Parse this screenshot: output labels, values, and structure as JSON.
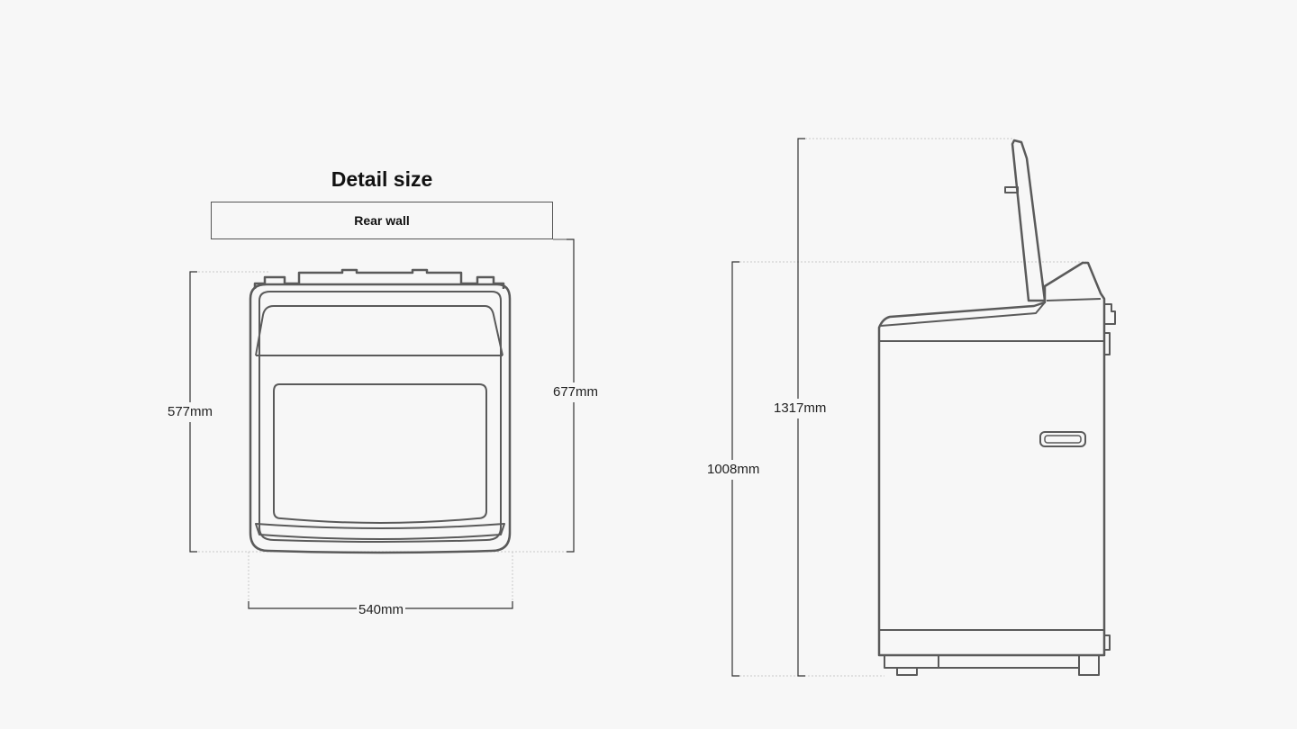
{
  "title": "Detail size",
  "rear_wall_label": "Rear wall",
  "dimensions": {
    "depth_body": "577mm",
    "depth_total": "677mm",
    "width": "540mm",
    "height_lid_open": "1317mm",
    "height_body": "1008mm"
  },
  "colors": {
    "background": "#f7f7f7",
    "outline": "#5a5a5a",
    "dimension_line": "#333333",
    "guide_line": "#c8c8c8"
  }
}
